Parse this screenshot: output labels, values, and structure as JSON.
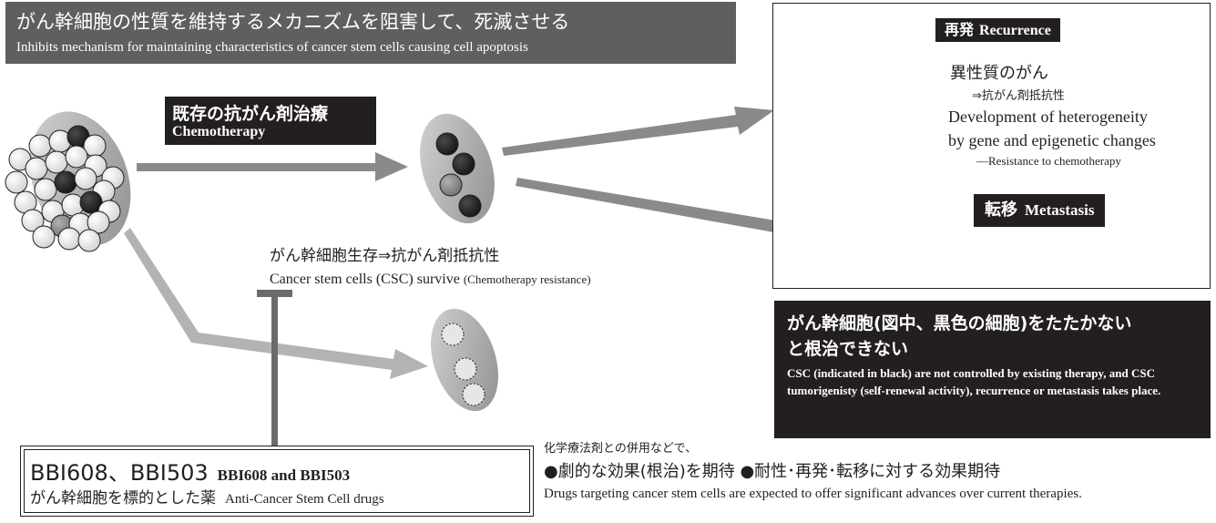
{
  "header": {
    "title_jp": "がん幹細胞の性質を維持するメカニズムを阻害して、死滅させる",
    "title_en": "Inhibits mechanism for maintaining characteristics of cancer stem cells causing cell apoptosis"
  },
  "chemotherapy": {
    "label_jp": "既存の抗がん剤治療",
    "label_en": "Chemotherapy"
  },
  "survival": {
    "text_jp": "がん幹細胞生存⇒抗がん剤抵抗性",
    "text_en": "Cancer stem cells (CSC) survive",
    "text_en_small": "(Chemotherapy resistance)"
  },
  "recurrence": {
    "label_jp": "再発",
    "label_en": "Recurrence",
    "line1_jp": "異性質のがん",
    "line2_jp": "⇒抗がん剤抵抗性",
    "line3_en": "Development of heterogeneity",
    "line4_en": "by gene and epigenetic changes",
    "line5_en": "—Resistance to chemotherapy"
  },
  "metastasis": {
    "label_jp": "転移",
    "label_en": "Metastasis"
  },
  "csc_box": {
    "line1_jp": "がん幹細胞(図中、黒色の細胞)をたたかない",
    "line2_jp": "と根治できない",
    "text_en": "CSC (indicated in black) are not controlled by existing therapy, and CSC tumorigenisty (self-renewal activity), recurrence or metastasis takes place."
  },
  "bbi": {
    "title_jp": "BBI608、BBI503",
    "title_en": "BBI608 and BBI503",
    "sub_jp": "がん幹細胞を標的とした薬",
    "sub_en": "Anti-Cancer Stem Cell drugs"
  },
  "combination": {
    "note_jp": "化学療法剤との併用などで、",
    "main_jp": "●劇的な効果(根治)を期待 ●耐性･再発･転移に対する効果期待",
    "text_en": "Drugs targeting cancer stem cells are expected to offer significant advances over current therapies."
  },
  "colors": {
    "dark": "#231f20",
    "banner": "#5f5f5f",
    "arrow": "#8a8a8a",
    "arrow_light": "#b3b3b3",
    "ellipse": "#a7a7a7",
    "cell_white": "#f2f2f2",
    "cell_black": "#231f20",
    "cell_gray": "#8c8c8c"
  }
}
